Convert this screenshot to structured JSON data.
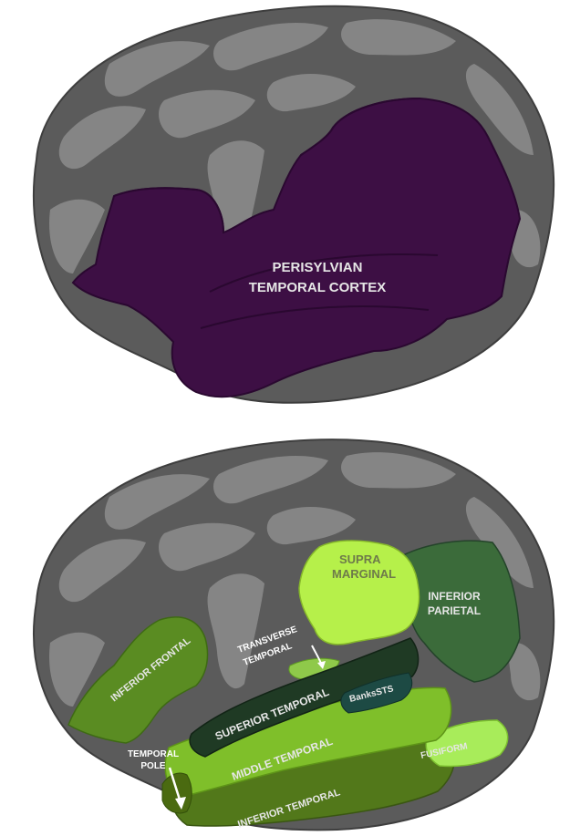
{
  "top_panel": {
    "label_line1": "PERISYLVIAN",
    "label_line2": "TEMPORAL CORTEX",
    "region_color": "#3d0f44"
  },
  "bottom_panel": {
    "labels": {
      "supra_line1": "SUPRA",
      "supra_line2": "MARGINAL",
      "inferior_parietal_line1": "INFERIOR",
      "inferior_parietal_line2": "PARIETAL",
      "inferior_frontal": "INFERIOR FRONTAL",
      "transverse_line1": "TRANSVERSE",
      "transverse_line2": "TEMPORAL",
      "superior_temporal": "SUPERIOR TEMPORAL",
      "banks_sts": "BanksSTS",
      "temporal_pole_line1": "TEMPORAL",
      "temporal_pole_line2": "POLE",
      "middle_temporal": "MIDDLE TEMPORAL",
      "fusiform": "FUSIFORM",
      "inferior_temporal": "INFERIOR TEMPORAL"
    },
    "colors": {
      "supramarginal": "#b6f04a",
      "inferior_parietal": "#3b6b3a",
      "inferior_frontal": "#5a8c22",
      "transverse_temporal": "#8fc94a",
      "superior_temporal": "#1f3a24",
      "banks_sts": "#1d4a44",
      "middle_temporal": "#7fbf2a",
      "inferior_temporal": "#52781a",
      "fusiform": "#a8ec5a",
      "temporal_pole": "#4a6a10"
    }
  },
  "brain_colors": {
    "gyri": "#7a7a7a",
    "sulci": "#555555",
    "outline": "#3e3e3e"
  }
}
